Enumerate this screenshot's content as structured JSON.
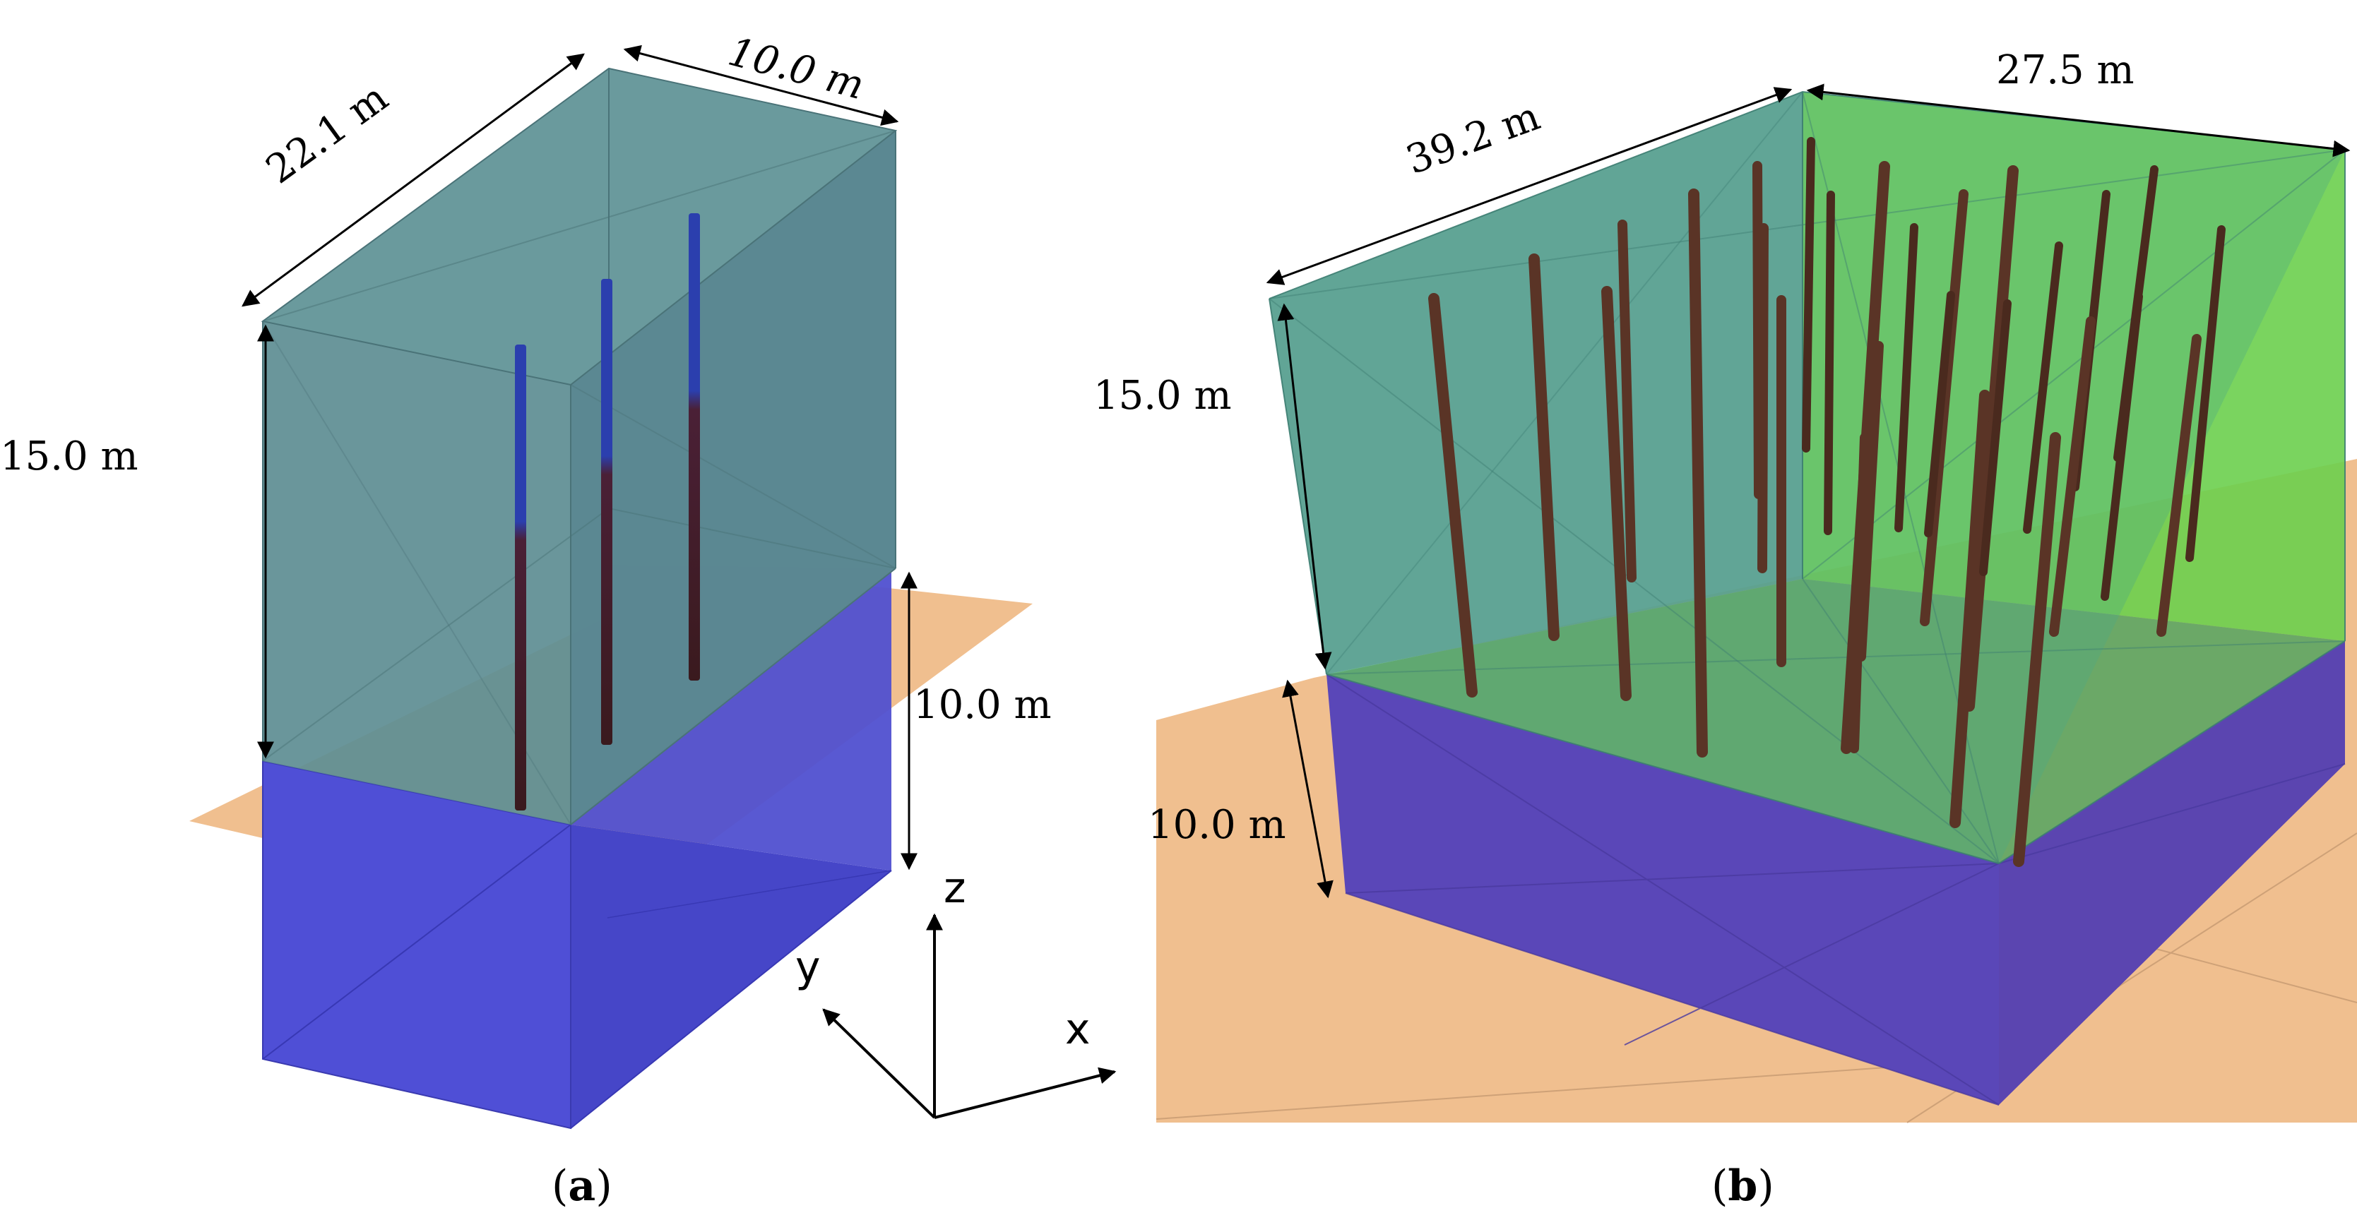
{
  "figure": {
    "panel_a": {
      "caption_open": "(",
      "caption_letter": "a",
      "caption_close": ")",
      "dims": {
        "length": "22.1 m",
        "width": "10.0 m",
        "height_upper": "15.0 m",
        "height_lower": "10.0 m"
      },
      "axes": {
        "z": "z",
        "y": "y",
        "x": "x"
      }
    },
    "panel_b": {
      "caption_open": "(",
      "caption_letter": "b",
      "caption_close": ")",
      "dims": {
        "length": "39.2 m",
        "width": "27.5 m",
        "height_upper": "15.0 m",
        "height_lower": "10.0 m"
      }
    },
    "colors": {
      "upper_soil_a": "#5f8e93",
      "upper_soil_b_left": "#5c9a96",
      "upper_soil_b_right": "#6ccf4e",
      "lower_soil": "#4f4fd6",
      "ground_plane": "#f0bf8f",
      "pile": "#4a2a22",
      "pile_top_a": "#2a3a9a"
    }
  }
}
